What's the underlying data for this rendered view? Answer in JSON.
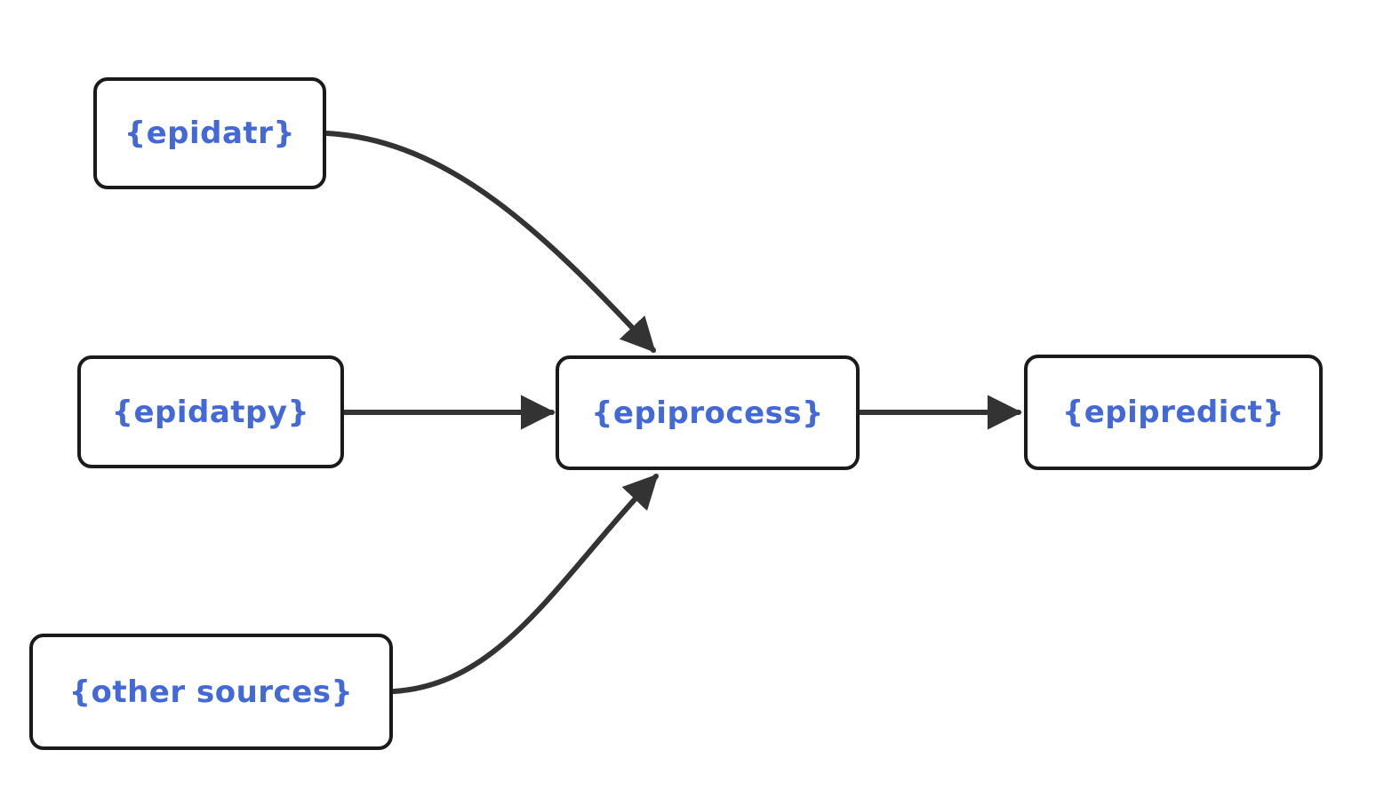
{
  "diagram": {
    "type": "flowchart",
    "direction": "left-to-right",
    "colors": {
      "background": "#ffffff",
      "node_fill": "#ffffff",
      "node_border": "#1a1a1a",
      "node_text": "#4368d8",
      "edge": "#333333"
    },
    "nodes": [
      {
        "id": "epidatr",
        "label": "{epidatr}"
      },
      {
        "id": "epidatpy",
        "label": "{epidatpy}"
      },
      {
        "id": "other-sources",
        "label": "{other sources}"
      },
      {
        "id": "epiprocess",
        "label": "{epiprocess}"
      },
      {
        "id": "epipredict",
        "label": "{epipredict}"
      }
    ],
    "edges": [
      {
        "from": "epidatr",
        "to": "epiprocess",
        "style": "curved-down"
      },
      {
        "from": "epidatpy",
        "to": "epiprocess",
        "style": "straight"
      },
      {
        "from": "other-sources",
        "to": "epiprocess",
        "style": "curved-up"
      },
      {
        "from": "epiprocess",
        "to": "epipredict",
        "style": "straight"
      }
    ]
  }
}
